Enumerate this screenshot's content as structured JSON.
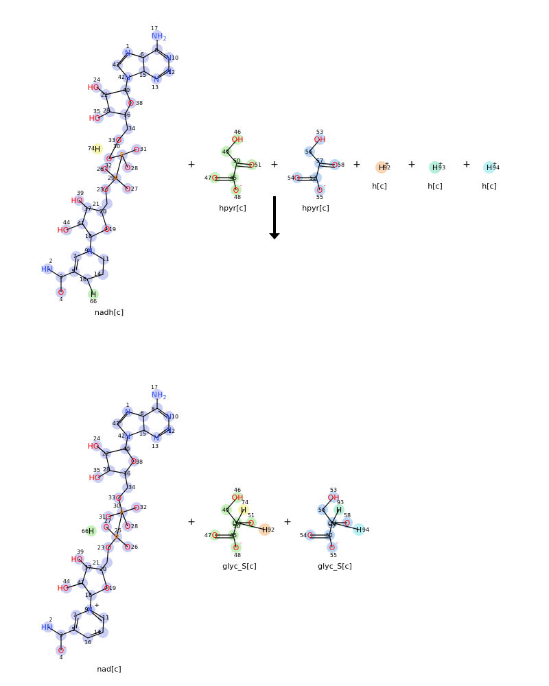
{
  "reaction": {
    "reactants": [
      {
        "id": "nadh",
        "label": "nadh[c]"
      },
      {
        "id": "hpyr1",
        "label": "hpyr[c]"
      },
      {
        "id": "hpyr2",
        "label": "hpyr[c]"
      },
      {
        "id": "h1",
        "label": "h[c]"
      },
      {
        "id": "h2",
        "label": "h[c]"
      },
      {
        "id": "h3",
        "label": "h[c]"
      }
    ],
    "products": [
      {
        "id": "nad",
        "label": "nad[c]"
      },
      {
        "id": "glyc1",
        "label": "glyc_S[c]"
      },
      {
        "id": "glyc2",
        "label": "glyc_S[c]"
      }
    ],
    "plus_sign": "+"
  },
  "colors": {
    "blue_hl": "#c8ccf4",
    "green_hl": "#c4f0b8",
    "orange_hl": "#f8d4b0",
    "yellow_hl": "#f6f4a8",
    "teal_hl": "#b4eed8",
    "cyan_hl": "#b8f0f4",
    "lightblue_hl": "#b8d4f6",
    "nitrogen": "#3050f8",
    "oxygen": "#ff0d0d",
    "phosphorus": "#ff8000"
  }
}
